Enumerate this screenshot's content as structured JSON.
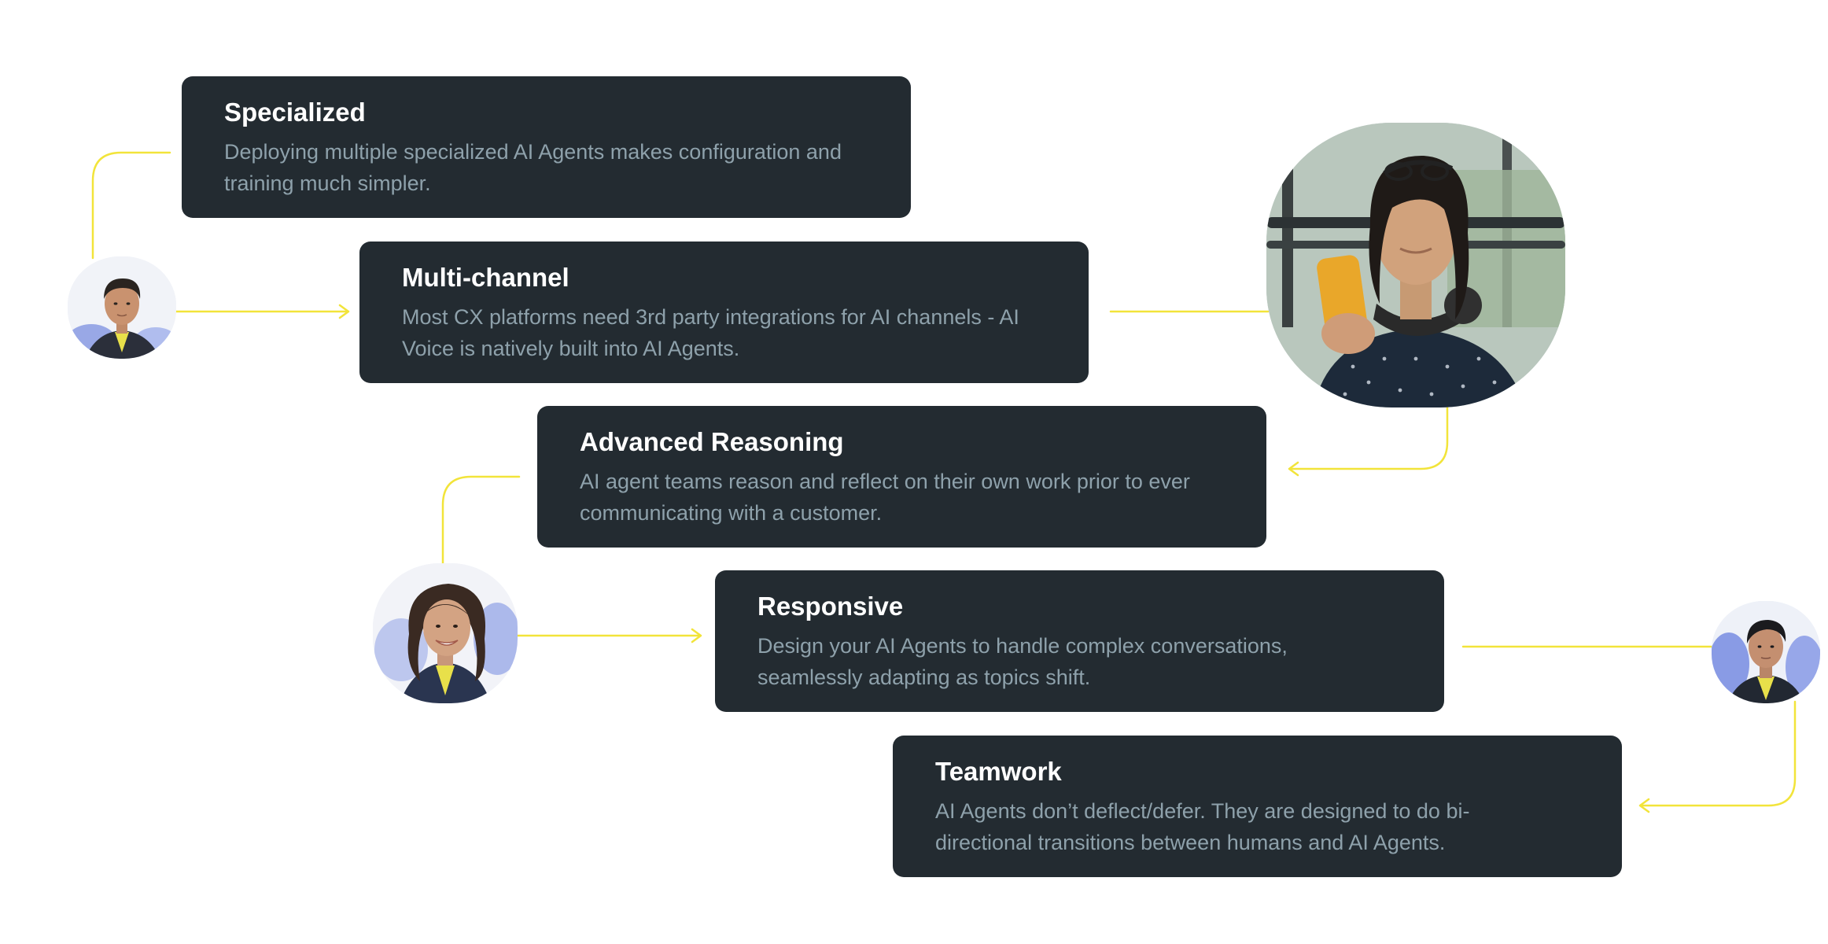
{
  "colors": {
    "card_background": "#232b31",
    "card_title": "#ffffff",
    "card_description": "#8ea1ab",
    "connector": "#f2e43a",
    "page_background": "#ffffff"
  },
  "features": [
    {
      "title": "Specialized",
      "description": "Deploying multiple specialized AI Agents makes configuration and training much simpler."
    },
    {
      "title": "Multi-channel",
      "description": "Most CX platforms need 3rd party integrations for AI channels - AI Voice is natively built into AI Agents."
    },
    {
      "title": "Advanced Reasoning",
      "description": "AI agent teams reason and reflect on their own work prior to ever communicating with a customer."
    },
    {
      "title": "Responsive",
      "description": "Design your AI Agents to handle complex conversations, seamlessly adapting as topics shift."
    },
    {
      "title": "Teamwork",
      "description": "AI Agents don’t deflect/defer. They are designed to do bi-directional transitions between humans and AI Agents."
    }
  ],
  "avatars": [
    {
      "icon": "man-in-suit-avatar-icon"
    },
    {
      "icon": "person-with-phone-and-headphones-photo-icon"
    },
    {
      "icon": "smiling-woman-avatar-icon"
    },
    {
      "icon": "man-in-jacket-avatar-icon"
    }
  ]
}
